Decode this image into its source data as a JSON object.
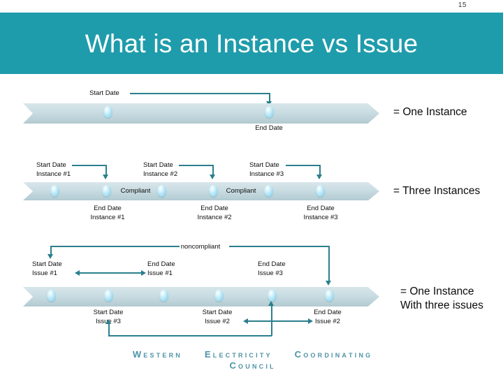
{
  "slide": {
    "number": "15",
    "title": "What is an Instance vs Issue",
    "accent_color": "#1f9cab",
    "band_color": "#cadde3",
    "connector_color": "#2b7f8c",
    "dot_color": "#a5ddf1"
  },
  "section_one": {
    "result_label": "= One Instance",
    "start_label": "Start Date",
    "end_label": "End Date"
  },
  "section_two": {
    "result_label": "= Three Instances",
    "compliant_1": "Compliant",
    "compliant_2": "Compliant",
    "starts": [
      {
        "line1": "Start Date",
        "line2": "Instance #1"
      },
      {
        "line1": "Start Date",
        "line2": "Instance #2"
      },
      {
        "line1": "Start Date",
        "line2": "Instance #3"
      }
    ],
    "ends": [
      {
        "line1": "End Date",
        "line2": "Instance #1"
      },
      {
        "line1": "End Date",
        "line2": "Instance #2"
      },
      {
        "line1": "End Date",
        "line2": "Instance #3"
      }
    ]
  },
  "section_three": {
    "result_line1": "= One Instance",
    "result_line2": "With three issues",
    "noncompliant_label": "noncompliant",
    "above": [
      {
        "line1": "Start Date",
        "line2": "Issue #1"
      },
      {
        "line1": "End Date",
        "line2": "Issue #1"
      },
      {
        "line1": "End Date",
        "line2": "Issue #3"
      }
    ],
    "below": [
      {
        "line1": "Start Date",
        "line2": "Issue #3"
      },
      {
        "line1": "Start Date",
        "line2": "Issue #2"
      },
      {
        "line1": "End Date",
        "line2": "Issue #2"
      }
    ]
  },
  "footer": {
    "word1": "Western",
    "word2": "Electricity",
    "word3": "Coordinating",
    "word4": "Council",
    "color": "#4e93a6"
  }
}
